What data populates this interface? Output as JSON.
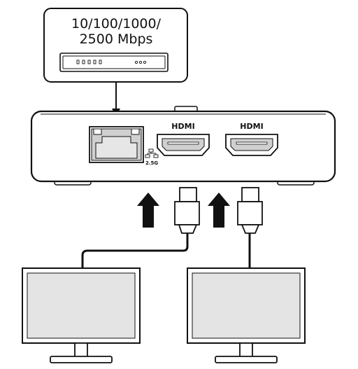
{
  "router_callout": {
    "speed_line1": "10/100/1000/",
    "speed_line2": "2500 Mbps"
  },
  "device": {
    "ethernet_speed_label": "2.5G",
    "hdmi_port_1_label": "HDMI",
    "hdmi_port_2_label": "HDMI"
  },
  "colors": {
    "outline": "#111111",
    "monitor_screen": "#e4e4e4",
    "port_fill": "#d0d0d0",
    "arrow": "#111111"
  }
}
